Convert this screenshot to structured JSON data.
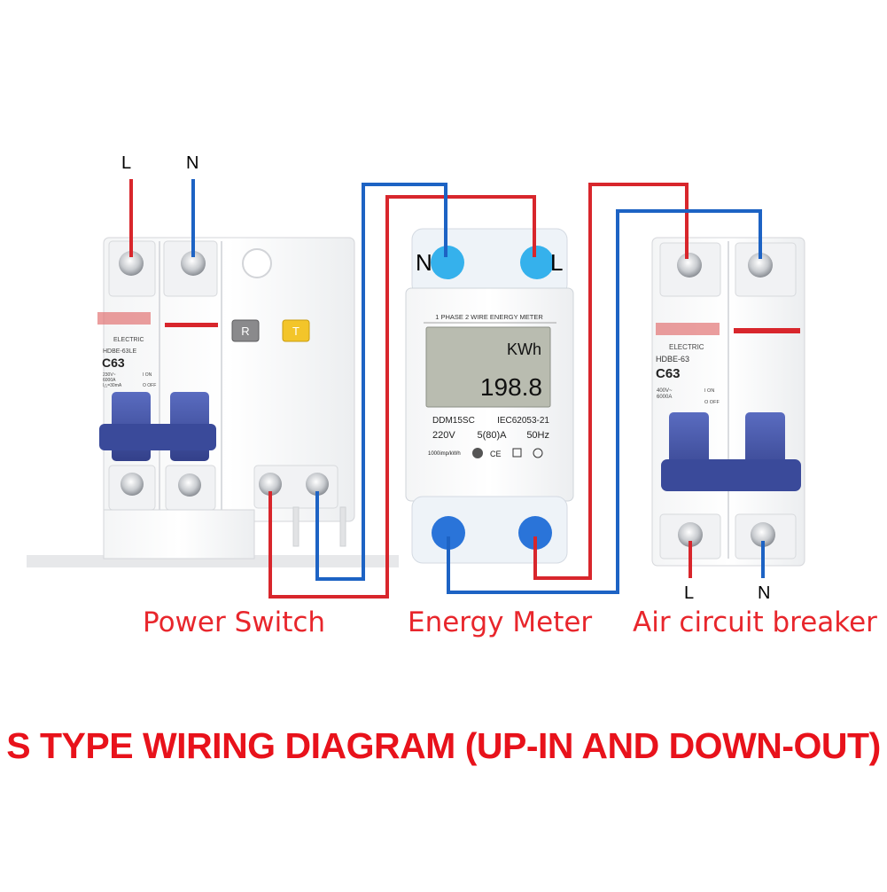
{
  "colors": {
    "red_wire": "#d8262c",
    "blue_wire": "#1d63c4",
    "caption_red": "#e8262c",
    "title_red": "#e8121b",
    "lcd": "#b9bcb0",
    "terminal_blue": "#2a74d9",
    "terminal_cyan": "#35b1ec",
    "handle_blue": "#4354a6"
  },
  "labels": {
    "power_switch_L": "L",
    "power_switch_N": "N",
    "meter_N": "N",
    "meter_L": "L",
    "breaker_L": "L",
    "breaker_N": "N"
  },
  "power_switch": {
    "electric": "ELECTRIC",
    "model": "HDBE-63LE",
    "rating": "C63",
    "spec_lines": [
      "230V~",
      "6000A",
      "I△=30mA"
    ],
    "on_off": [
      "I ON",
      "O OFF"
    ],
    "r_button": "R",
    "t_button": "T",
    "caption": "Power Switch"
  },
  "energy_meter": {
    "header": "1 PHASE 2 WIRE ENERGY METER",
    "unit": "KWh",
    "reading": "198.8",
    "model": "DDM15SC",
    "standard": "IEC62053-21",
    "voltage": "220V",
    "current": "5(80)A",
    "frequency": "50Hz",
    "impulse": "1000imp/kWh",
    "marks": "CE",
    "caption": "Energy Meter"
  },
  "air_breaker": {
    "electric": "ELECTRIC",
    "model": "HDBE-63",
    "rating": "C63",
    "spec_lines": [
      "400V~",
      "6000A"
    ],
    "on_off": [
      "I ON",
      "O OFF"
    ],
    "caption": "Air circuit breaker"
  },
  "title": "S TYPE WIRING DIAGRAM (UP-IN AND DOWN-OUT)"
}
